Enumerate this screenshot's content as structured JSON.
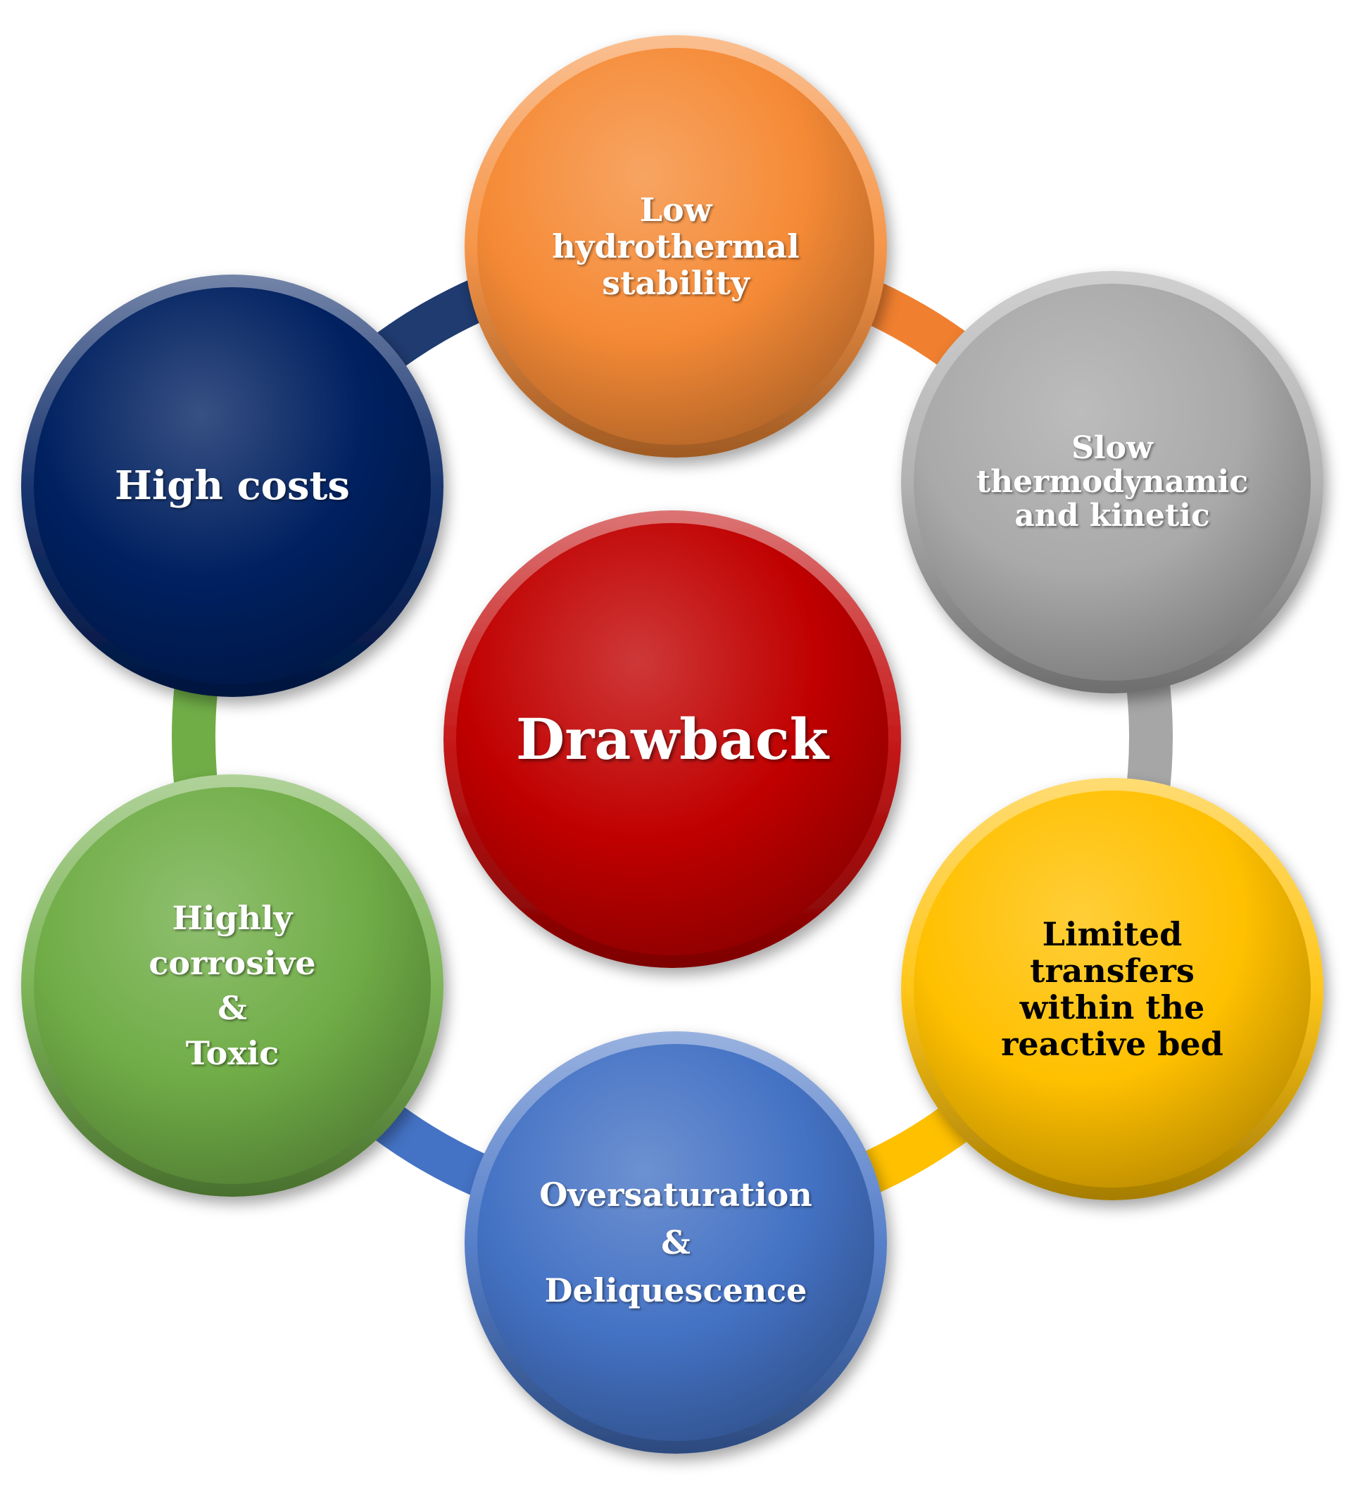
{
  "center": {
    "label": "Drawback",
    "color": "#c00000"
  },
  "nodes": [
    {
      "id": "hydrothermal",
      "lines": [
        "Low",
        "hydrothermal",
        "stability"
      ],
      "color": "#f58a36",
      "text_color": "#ffffff"
    },
    {
      "id": "slow-kinetics",
      "lines": [
        "Slow",
        "thermodynamic",
        "and kinetic"
      ],
      "color": "#a9a9a9",
      "text_color": "#ffffff"
    },
    {
      "id": "limited-transfers",
      "lines": [
        "Limited",
        "transfers",
        "within the",
        "reactive bed"
      ],
      "color": "#ffc000",
      "text_color": "#000000"
    },
    {
      "id": "oversaturation",
      "lines": [
        "Oversaturation",
        "&",
        "Deliquescence"
      ],
      "color": "#4472c4",
      "text_color": "#ffffff"
    },
    {
      "id": "corrosive",
      "lines": [
        "Highly",
        "corrosive",
        "&",
        "Toxic"
      ],
      "color": "#70ad47",
      "text_color": "#ffffff"
    },
    {
      "id": "high-costs",
      "lines": [
        "High costs"
      ],
      "color": "#002060",
      "text_color": "#ffffff"
    }
  ],
  "connector_colors": [
    "#f07f2f",
    "#a6a6a6",
    "#ffc000",
    "#4472c4",
    "#70ad47",
    "#1f3b70"
  ]
}
